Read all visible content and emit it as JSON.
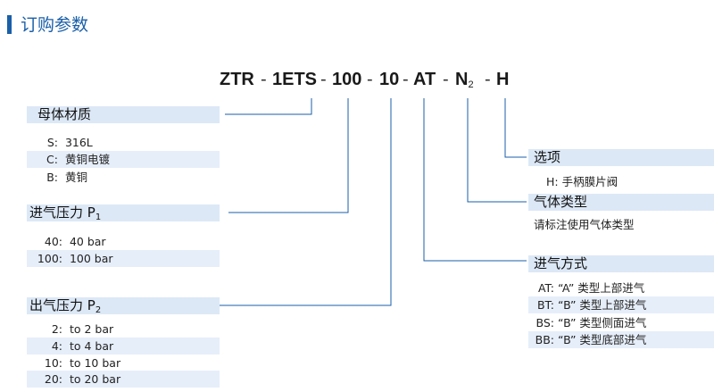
{
  "title": "订购参数",
  "code": {
    "segments": [
      {
        "text": "ZTR"
      },
      {
        "text": "1ETS"
      },
      {
        "text": "100"
      },
      {
        "text": "10"
      },
      {
        "text": "AT"
      },
      {
        "text": "N",
        "sub": "2"
      },
      {
        "text": "H"
      }
    ],
    "separator": "-"
  },
  "material": {
    "heading": "母体材质",
    "items": [
      {
        "key": "S:",
        "value": "316L"
      },
      {
        "key": "C:",
        "value": "黄铜电镀"
      },
      {
        "key": "B:",
        "value": "黄铜"
      }
    ]
  },
  "inlet": {
    "heading": "进气压力 P",
    "heading_sub": "1",
    "items": [
      {
        "key": "40:",
        "value": "40 bar"
      },
      {
        "key": "100:",
        "value": "100 bar"
      }
    ]
  },
  "outlet": {
    "heading": "出气压力 P",
    "heading_sub": "2",
    "items": [
      {
        "key": "2:",
        "value": "to 2 bar"
      },
      {
        "key": "4:",
        "value": "to 4 bar"
      },
      {
        "key": "10:",
        "value": "to 10 bar"
      },
      {
        "key": "20:",
        "value": "to 20 bar"
      }
    ]
  },
  "options": {
    "heading": "选项",
    "items": [
      {
        "key": "H",
        "value": ": 手柄膜片阀"
      }
    ]
  },
  "gas": {
    "heading": "气体类型",
    "note": "请标注使用气体类型"
  },
  "inlet_style": {
    "heading": "进气方式",
    "items": [
      {
        "key": "AT:",
        "value": "“A”  类型上部进气"
      },
      {
        "key": "BT:",
        "value": "“B”  类型上部进气"
      },
      {
        "key": "BS:",
        "value": "“B”  类型侧面进气"
      },
      {
        "key": "BB:",
        "value": "“B”  类型底部进气"
      }
    ]
  },
  "colors": {
    "accent": "#1a5fa8",
    "band": "#dce8f6",
    "line": "#1a5fa8"
  }
}
